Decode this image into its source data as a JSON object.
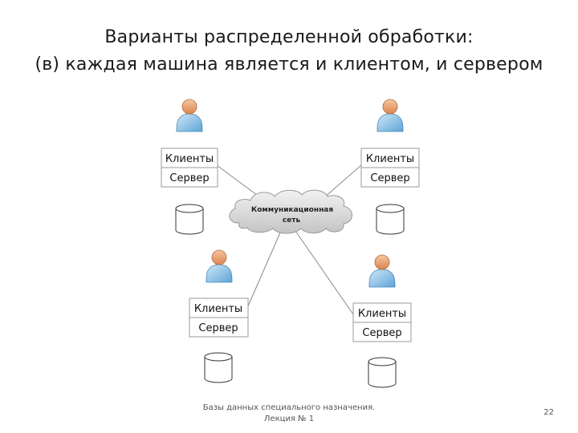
{
  "slide": {
    "title_line1": "Варианты распределенной обработки:",
    "title_line2": "(в) каждая машина является и клиентом, и сервером",
    "footer_line1": "Базы данных специального назначения.",
    "footer_line2": "Лекция № 1",
    "page_number": "22"
  },
  "diagram": {
    "network": {
      "line1": "Коммуникационная",
      "line2": "сеть"
    },
    "nodes": [
      {
        "client_label": "Клиенты",
        "server_label": "Сервер"
      },
      {
        "client_label": "Клиенты",
        "server_label": "Сервер"
      },
      {
        "client_label": "Клиенты",
        "server_label": "Сервер"
      },
      {
        "client_label": "Клиенты",
        "server_label": "Сервер"
      }
    ]
  },
  "colors": {
    "user_head": "#e8a070",
    "user_body": "#8ec3e6",
    "network_fill": "#d9d9d9",
    "link_line": "#8a8a8a",
    "box_border": "#9a9a9a"
  }
}
